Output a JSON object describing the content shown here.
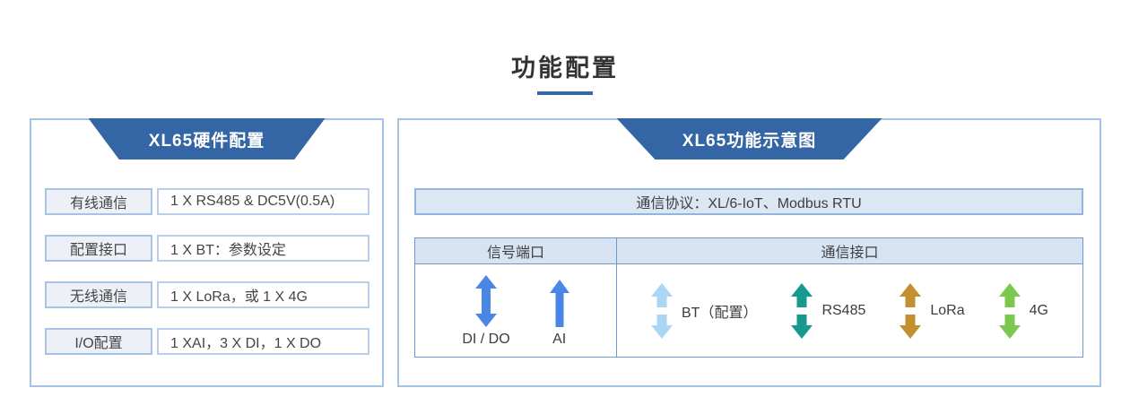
{
  "page": {
    "title": "功能配置"
  },
  "colors": {
    "header_blue": "#3465a4",
    "panel_border": "#a3c3e6",
    "arrow_blue": "#4a86e8",
    "arrow_light_blue": "#a9d6f2",
    "arrow_teal": "#17998f",
    "arrow_gold": "#c2902e",
    "arrow_green": "#7cc74e"
  },
  "left_panel": {
    "header": "XL65硬件配置",
    "rows": [
      {
        "label": "有线通信",
        "value": "1 X RS485 & DC5V(0.5A)"
      },
      {
        "label": "配置接口",
        "value": "1 X BT：参数设定"
      },
      {
        "label": "无线通信",
        "value": "1 X LoRa，或 1 X 4G"
      },
      {
        "label": "I/O配置",
        "value": "1 XAI，3 X DI，1 X DO"
      }
    ]
  },
  "right_panel": {
    "header": "XL65功能示意图",
    "protocol_bar": "通信协议：XL/6-IoT、Modbus RTU",
    "table": {
      "columns": [
        "信号端口",
        "通信接口"
      ],
      "signal_ports": [
        {
          "label": "DI / DO",
          "arrow": "double-continuous",
          "color": "#4a86e8"
        },
        {
          "label": "AI",
          "arrow": "up-single",
          "color": "#4a86e8"
        }
      ],
      "comm_interfaces": [
        {
          "label": "BT（配置）",
          "arrow": "double-gapped",
          "color": "#a9d6f2"
        },
        {
          "label": "RS485",
          "arrow": "double-gapped",
          "color": "#17998f"
        },
        {
          "label": "LoRa",
          "arrow": "double-gapped",
          "color": "#c2902e"
        },
        {
          "label": "4G",
          "arrow": "double-gapped",
          "color": "#7cc74e"
        }
      ]
    }
  }
}
